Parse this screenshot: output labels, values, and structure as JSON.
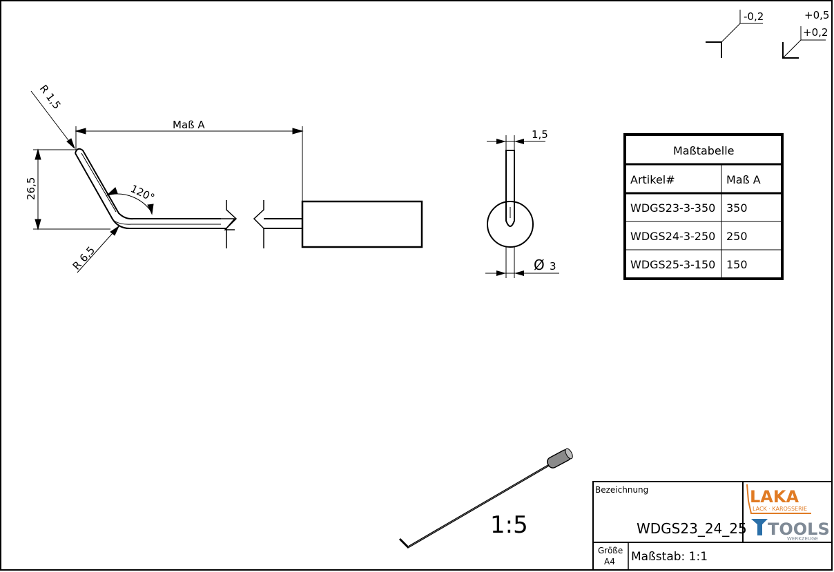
{
  "tolerances": {
    "corner_left": "-0,2",
    "corner_right_upper": "+0,5",
    "corner_right_lower": "+0,2"
  },
  "dimensions": {
    "radius_tip": "R 1,5",
    "radius_bend": "R 6,5",
    "height": "26,5",
    "angle": "120°",
    "length": "Maß A",
    "thickness": "1,5",
    "diameter_symbol": "Ø",
    "diameter_value": "3"
  },
  "table": {
    "title": "Maßtabelle",
    "headers": [
      "Artikel#",
      "Maß A"
    ],
    "rows": [
      [
        "WDGS23-3-350",
        "350"
      ],
      [
        "WDGS24-3-250",
        "250"
      ],
      [
        "WDGS25-3-150",
        "150"
      ]
    ]
  },
  "iso_view": {
    "scale_label": "1:5"
  },
  "title_block": {
    "designation_label": "Bezeichnung",
    "designation_value": "WDGS23_24_25",
    "size_label": "Größe",
    "size_value": "A4",
    "scale_text": "Maßstab: 1:1",
    "logo_line1": "LAKA",
    "logo_sub1": "LACK · KAROSSERIE",
    "logo_line2": "TOOLS",
    "logo_sub2": "WERKZEUGE",
    "logo_colors": {
      "primary": "#e07b24",
      "secondary": "#7f8a96"
    }
  }
}
